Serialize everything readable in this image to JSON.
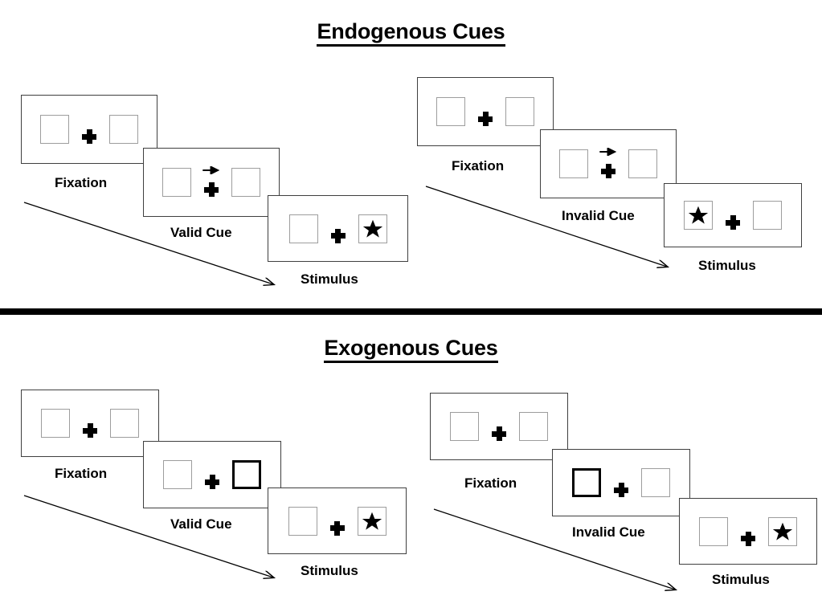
{
  "figure": {
    "title_endogenous": "Endogenous Cues",
    "title_exogenous": "Exogenous Cues"
  },
  "labels": {
    "fixation": "Fixation",
    "valid_cue": "Valid Cue",
    "invalid_cue": "Invalid Cue",
    "stimulus": "Stimulus"
  },
  "colors": {
    "frame_border": "#3f3f3f",
    "box_border": "#9d9d9d",
    "highlight_border": "#000000",
    "ink": "#000000",
    "background": "#ffffff"
  },
  "sections": [
    {
      "id": "endogenous",
      "title": "Endogenous Cues",
      "cue_type": "central-symbolic-arrow",
      "sequences": [
        {
          "id": "endogenous-valid",
          "validity": "valid",
          "panels": [
            {
              "id": "endogenous-valid-fixation",
              "caption": "Fixation",
              "cue": "none",
              "arrow_direction": "",
              "target_side": "none",
              "highlight_side": "none"
            },
            {
              "id": "endogenous-valid-cue",
              "caption": "Valid Cue",
              "cue": "arrow",
              "arrow_direction": "right",
              "target_side": "none",
              "highlight_side": "none"
            },
            {
              "id": "endogenous-valid-stimulus",
              "caption": "Stimulus",
              "cue": "none",
              "arrow_direction": "",
              "target_side": "right",
              "highlight_side": "none"
            }
          ]
        },
        {
          "id": "endogenous-invalid",
          "validity": "invalid",
          "panels": [
            {
              "id": "endogenous-invalid-fixation",
              "caption": "Fixation",
              "cue": "none",
              "arrow_direction": "",
              "target_side": "none",
              "highlight_side": "none"
            },
            {
              "id": "endogenous-invalid-cue",
              "caption": "Invalid Cue",
              "cue": "arrow",
              "arrow_direction": "right",
              "target_side": "none",
              "highlight_side": "none"
            },
            {
              "id": "endogenous-invalid-stimulus",
              "caption": "Stimulus",
              "cue": "none",
              "arrow_direction": "",
              "target_side": "left",
              "highlight_side": "none"
            }
          ]
        }
      ]
    },
    {
      "id": "exogenous",
      "title": "Exogenous Cues",
      "cue_type": "peripheral-box-flash",
      "sequences": [
        {
          "id": "exogenous-valid",
          "validity": "valid",
          "panels": [
            {
              "id": "exogenous-valid-fixation",
              "caption": "Fixation",
              "cue": "none",
              "arrow_direction": "",
              "target_side": "none",
              "highlight_side": "none"
            },
            {
              "id": "exogenous-valid-cue",
              "caption": "Valid Cue",
              "cue": "box-highlight",
              "arrow_direction": "",
              "target_side": "none",
              "highlight_side": "right"
            },
            {
              "id": "exogenous-valid-stimulus",
              "caption": "Stimulus",
              "cue": "none",
              "arrow_direction": "",
              "target_side": "right",
              "highlight_side": "none"
            }
          ]
        },
        {
          "id": "exogenous-invalid",
          "validity": "invalid",
          "panels": [
            {
              "id": "exogenous-invalid-fixation",
              "caption": "Fixation",
              "cue": "none",
              "arrow_direction": "",
              "target_side": "none",
              "highlight_side": "none"
            },
            {
              "id": "exogenous-invalid-cue",
              "caption": "Invalid Cue",
              "cue": "box-highlight",
              "arrow_direction": "",
              "target_side": "none",
              "highlight_side": "left"
            },
            {
              "id": "exogenous-invalid-stimulus",
              "caption": "Stimulus",
              "cue": "none",
              "arrow_direction": "",
              "target_side": "right",
              "highlight_side": "none"
            }
          ]
        }
      ]
    }
  ]
}
